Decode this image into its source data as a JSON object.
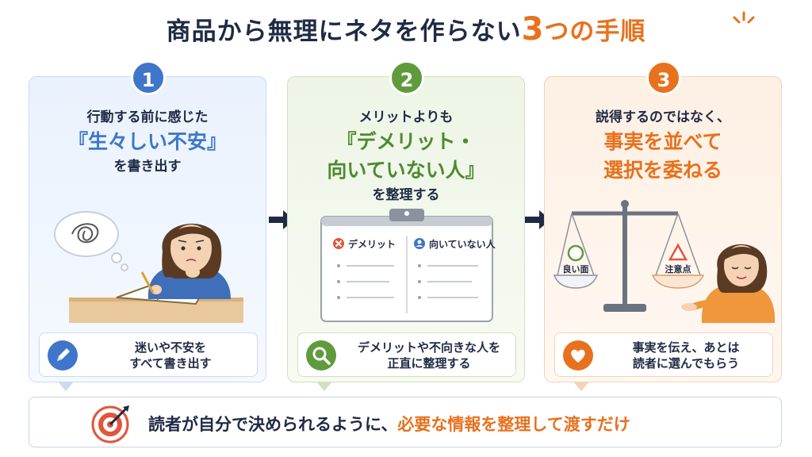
{
  "title": {
    "prefix": "商品から無理にネタを作らない",
    "number": "3",
    "suffix": "つの手順"
  },
  "steps": [
    {
      "number": "1",
      "line1": "行動する前に感じた",
      "emphasis1": "『生々しい不安』",
      "emphasis2": "",
      "line2": "を書き出す",
      "caption1": "迷いや不安を",
      "caption2": "すべて書き出す"
    },
    {
      "number": "2",
      "line1": "メリットよりも",
      "emphasis1": "『デメリット・",
      "emphasis2": "向いていない人』",
      "line2": "を整理する",
      "board_demerit": "デメリット",
      "board_not_suited": "向いていない人",
      "caption1": "デメリットや不向きな人を",
      "caption2": "正直に整理する"
    },
    {
      "number": "3",
      "line1": "説得するのではなく、",
      "emphasis1": "事実を並べて",
      "emphasis2": "選択を委ねる",
      "line2": "",
      "scale_left": "良い面",
      "scale_right": "注意点",
      "caption1": "事実を伝え、あとは",
      "caption2": "読者に選んでもらう"
    }
  ],
  "bottom": {
    "text_plain": "読者が自分で決められるように、",
    "text_highlight": "必要な情報を整理して渡すだけ"
  },
  "colors": {
    "navy": "#1f2a44",
    "blue": "#3f76c9",
    "green": "#5f9b3d",
    "orange": "#e8711d"
  },
  "icons": {
    "step1_caption": "pencil-icon",
    "step2_caption": "magnifier-icon",
    "step3_caption": "heart-icon",
    "bottom": "target-icon",
    "board_left": "x-circle-icon",
    "board_right": "person-icon",
    "scale_left": "circle-icon",
    "scale_right": "triangle-icon"
  }
}
